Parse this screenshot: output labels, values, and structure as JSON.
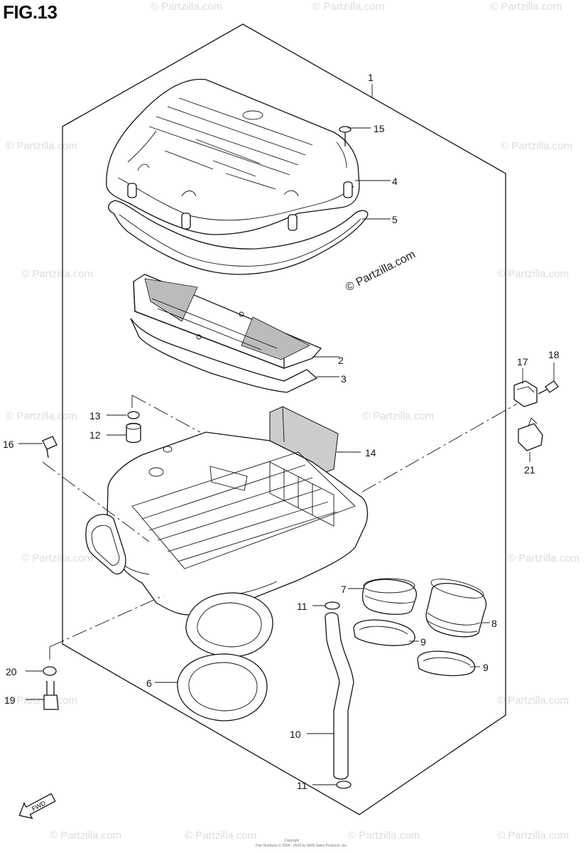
{
  "figure": {
    "title": "FIG.13",
    "watermark": "© Partzilla.com",
    "watermark_center": "© Partzilla.com",
    "fwd_label": "FWD",
    "footer_line1": "Copyright",
    "footer_line2": "Part Numbers © 2004 - 2018 by MRN Sales Products, Inc."
  },
  "callouts": [
    {
      "id": "1",
      "label": "1"
    },
    {
      "id": "2",
      "label": "2"
    },
    {
      "id": "3",
      "label": "3"
    },
    {
      "id": "4",
      "label": "4"
    },
    {
      "id": "5",
      "label": "5"
    },
    {
      "id": "6",
      "label": "6"
    },
    {
      "id": "7",
      "label": "7"
    },
    {
      "id": "8",
      "label": "8"
    },
    {
      "id": "9a",
      "label": "9"
    },
    {
      "id": "9b",
      "label": "9"
    },
    {
      "id": "10",
      "label": "10"
    },
    {
      "id": "11a",
      "label": "11"
    },
    {
      "id": "11b",
      "label": "11"
    },
    {
      "id": "12",
      "label": "12"
    },
    {
      "id": "13",
      "label": "13"
    },
    {
      "id": "14",
      "label": "14"
    },
    {
      "id": "15",
      "label": "15"
    },
    {
      "id": "16",
      "label": "16"
    },
    {
      "id": "17",
      "label": "17"
    },
    {
      "id": "18",
      "label": "18"
    },
    {
      "id": "19",
      "label": "19"
    },
    {
      "id": "20",
      "label": "20"
    },
    {
      "id": "21",
      "label": "21"
    }
  ]
}
